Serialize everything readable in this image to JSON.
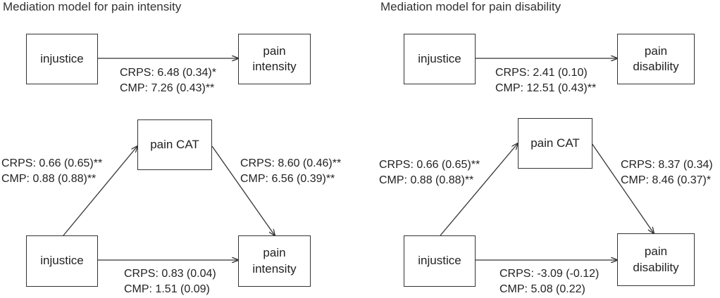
{
  "left_model": {
    "title": "Mediation model for pain intensity",
    "total": {
      "predictor": "injustice",
      "outcome_line1": "pain",
      "outcome_line2": "intensity",
      "path_c": {
        "crps": "CRPS: 6.48 (0.34)*",
        "cmp": "CMP: 7.26 (0.43)**"
      }
    },
    "mediated": {
      "predictor": "injustice",
      "mediator": "pain CAT",
      "outcome_line1": "pain",
      "outcome_line2": "intensity",
      "path_a": {
        "crps": "CRPS: 0.66 (0.65)**",
        "cmp": "CMP: 0.88 (0.88)**"
      },
      "path_b": {
        "crps": "CRPS: 8.60 (0.46)**",
        "cmp": "CMP: 6.56 (0.39)**"
      },
      "path_c_prime": {
        "crps": "CRPS: 0.83 (0.04)",
        "cmp": "CMP: 1.51 (0.09)"
      }
    }
  },
  "right_model": {
    "title": "Mediation model for pain disability",
    "total": {
      "predictor": "injustice",
      "outcome_line1": "pain",
      "outcome_line2": "disability",
      "path_c": {
        "crps": "CRPS: 2.41 (0.10)",
        "cmp": "CMP: 12.51 (0.43)**"
      }
    },
    "mediated": {
      "predictor": "injustice",
      "mediator": "pain CAT",
      "outcome_line1": "pain",
      "outcome_line2": "disability",
      "path_a": {
        "crps": "CRPS: 0.66 (0.65)**",
        "cmp": "CMP: 0.88 (0.88)**"
      },
      "path_b": {
        "crps": "CRPS: 8.37 (0.34)",
        "cmp": "CMP: 8.46 (0.37)*"
      },
      "path_c_prime": {
        "crps": "CRPS: -3.09 (-0.12)",
        "cmp": "CMP: 5.08 (0.22)"
      }
    }
  },
  "colors": {
    "line": "#333333",
    "text": "#222222"
  }
}
